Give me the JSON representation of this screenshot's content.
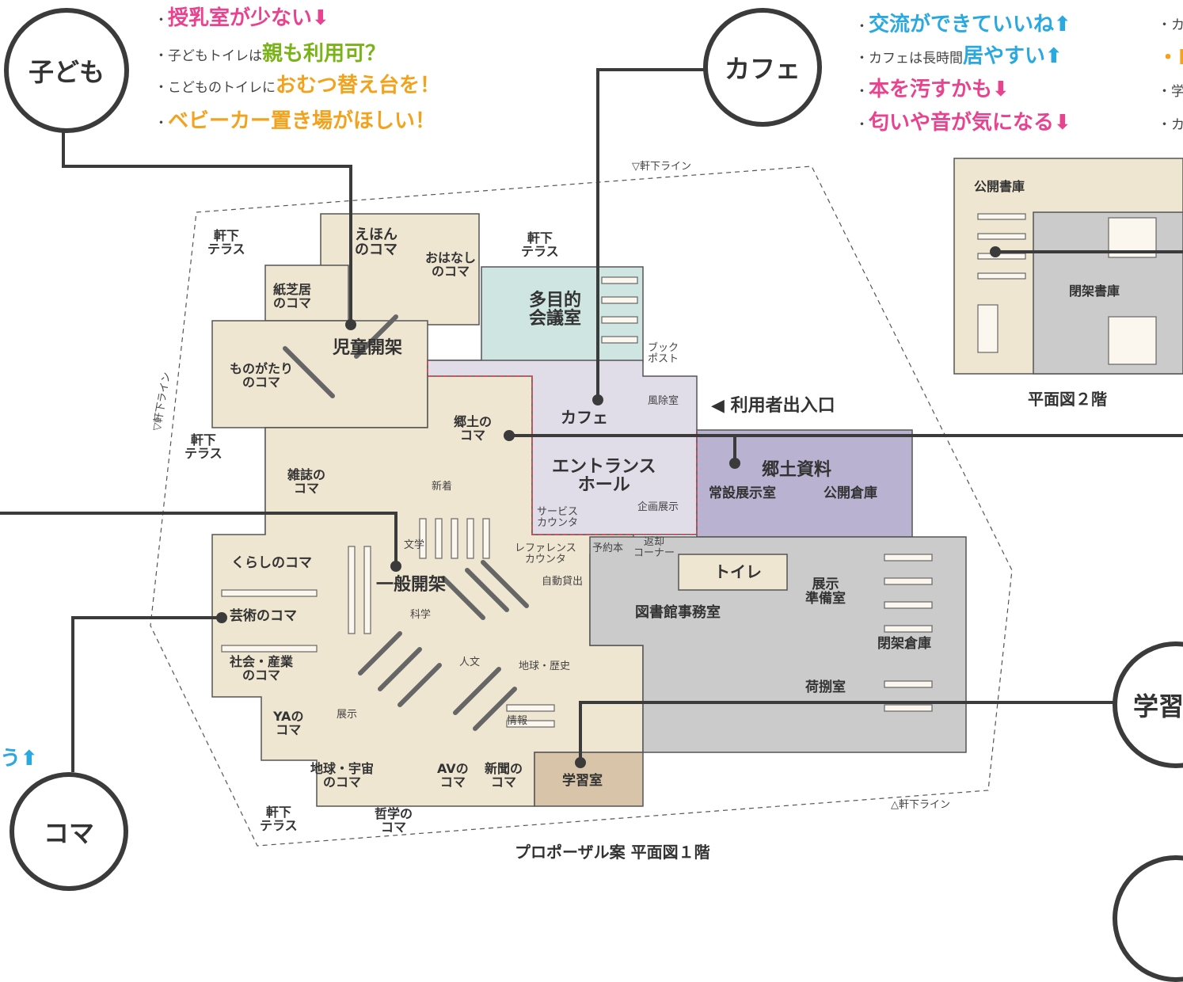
{
  "bubbles": {
    "kodomo": "子ども",
    "cafe": "カフェ",
    "koma": "コマ",
    "gakushu": "学習"
  },
  "notes_kodomo": [
    {
      "prefix": "・",
      "text": "授乳室が少ない",
      "arrow": "⬇"
    },
    {
      "prefix": "・子どもトイレは",
      "text": "親も利用可？",
      "arrow": ""
    },
    {
      "prefix": "・こどものトイレに",
      "text": "おむつ替え台を！",
      "arrow": ""
    },
    {
      "prefix": "・",
      "text": "ベビーカー置き場がほしい！",
      "arrow": ""
    }
  ],
  "notes_cafe": [
    {
      "prefix": "・",
      "text": "交流ができていいね",
      "arrow": "⬆"
    },
    {
      "prefix": "・カフェは長時間",
      "text": "居やすい",
      "arrow": "⬆"
    },
    {
      "prefix": "・",
      "text": "本を汚すかも",
      "arrow": "⬇"
    },
    {
      "prefix": "・",
      "text": "匂いや音が気になる",
      "arrow": "⬇"
    }
  ],
  "notes_right_cut": [
    "・カ",
    "・B",
    "・学",
    "・カ"
  ],
  "note_koma_cut": "う⬆",
  "captions": {
    "floor1": "プロポーザル案 平面図１階",
    "floor2": "平面図２階",
    "entrance": "◀ 利用者出入口"
  },
  "eaves": {
    "top": "▽軒下ライン",
    "left": "▽軒下ライン",
    "bottom": "△軒下ライン"
  },
  "rooms": {
    "ehon": "えほん\nのコマ",
    "ohanashi": "おはなし\nのコマ",
    "kamishibai": "紙芝居\nのコマ",
    "jido": "児童開架",
    "monogatari": "ものがたり\nのコマ",
    "tamokuteki": "多目的\n会議室",
    "kyodo_koma": "郷土の\nコマ",
    "cafe": "カフェ",
    "fujoshitsu": "風除室",
    "bookpost": "ブック\nポスト",
    "entrance_hall": "エントランス\nホール",
    "kyodo_shiryo": "郷土資料",
    "josetsu": "常設展示室",
    "kokai_soko": "公開倉庫",
    "zasshi": "雑誌の\nコマ",
    "shinchaku": "新着",
    "service": "サービス\nカウンタ",
    "kikaku": "企画展示",
    "bungaku": "文学",
    "reference": "レファレンス\nカウンタ",
    "yoyaku": "予約本",
    "henkyaku": "返却\nコーナー",
    "toilet": "トイレ",
    "jidokashidashi": "自動貸出",
    "kurashi": "くらしのコマ",
    "ippan": "一般開架",
    "geijutsu": "芸術のコマ",
    "kagaku": "科学",
    "jimushitsu": "図書館事務室",
    "tenji_junbi": "展示\n準備室",
    "heika_soko": "閉架倉庫",
    "shakai": "社会・産業\nのコマ",
    "jinbun": "人文",
    "chikyu_rekishi": "地球・歴史",
    "nidoshitsu": "荷捌室",
    "ya": "YAの\nコマ",
    "tenji": "展示",
    "joho": "情報",
    "chikyu_uchu": "地球・宇宙\nのコマ",
    "av": "AVの\nコマ",
    "shinbun": "新聞の\nコマ",
    "gakushushitsu": "学習室",
    "tetsugaku": "哲学の\nコマ",
    "terrace": "軒下\nテラス",
    "kokai_shoko": "公開書庫",
    "heika_shoko": "閉架書庫"
  },
  "colors": {
    "stacks": "#efe6d2",
    "meeting": "#cfe5e2",
    "hall": "#e0dde8",
    "local": "#b9b3d1",
    "back": "#cbcbcb",
    "study": "#d8c4a8",
    "line": "#3b3b3b",
    "red_dash": "#d9414e"
  }
}
